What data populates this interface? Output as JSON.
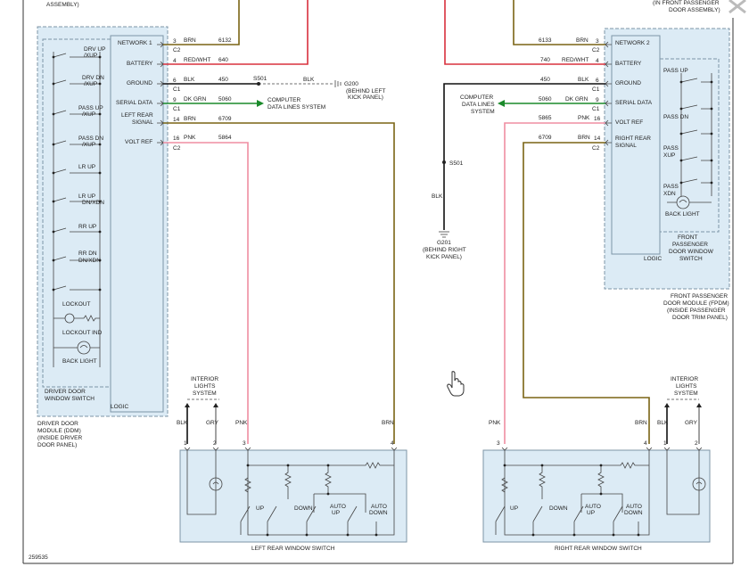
{
  "top_left_fragment": "ASSEMBLY)",
  "top_right_fragment_1": "(IN FRONT PASSENGER",
  "top_right_fragment_2": "DOOR ASSEMBLY)",
  "figure_id": "259535",
  "ddm": {
    "pins": [
      {
        "label": "NETWORK 1",
        "pin": "3",
        "conn": "C2",
        "color": "BRN",
        "circuit": "6132"
      },
      {
        "label": "BATTERY",
        "pin": "4",
        "conn": "",
        "color": "RED/WHT",
        "circuit": "640"
      },
      {
        "label": "GROUND",
        "pin": "6",
        "conn": "C1",
        "color": "BLK",
        "circuit": "450"
      },
      {
        "label": "SERIAL DATA",
        "pin": "9",
        "conn": "C1",
        "color": "DK GRN",
        "circuit": "5060"
      },
      {
        "label_1": "LEFT REAR",
        "label_2": "SIGNAL",
        "pin": "14",
        "conn": "",
        "color": "BRN",
        "circuit": "6709"
      },
      {
        "label": "VOLT REF",
        "pin": "16",
        "conn": "C2",
        "color": "PNK",
        "circuit": "5864"
      }
    ],
    "splice": "S501",
    "ground_wire_color": "BLK",
    "ground_id": "G200",
    "ground_note_1": "(BEHIND LEFT",
    "ground_note_2": "KICK PANEL)",
    "data_1": "COMPUTER",
    "data_2": "DATA LINES SYSTEM",
    "switches": [
      {
        "a": "DRV UP",
        "b": "/XUP"
      },
      {
        "a": "DRV DN",
        "b": "/XUP"
      },
      {
        "a": "PASS UP",
        "b": "/XUP"
      },
      {
        "a": "PASS DN",
        "b": "/XUP"
      },
      {
        "a": "LR UP",
        "b": ""
      },
      {
        "a": "LR UP",
        "b": "DN/XDN"
      },
      {
        "a": "RR UP",
        "b": ""
      },
      {
        "a": "RR DN",
        "b": "DN/XDN"
      },
      {
        "a": "LOCKOUT",
        "b": ""
      },
      {
        "a": "LOCKOUT IND",
        "b": ""
      },
      {
        "a": "BACK LIGHT",
        "b": ""
      }
    ],
    "switch_title_1": "DRIVER DOOR",
    "switch_title_2": "WINDOW SWITCH",
    "logic": "LOGIC",
    "module_1": "DRIVER DOOR",
    "module_2": "MODULE (DDM)",
    "module_3": "(INSIDE DRIVER",
    "module_4": "DOOR PANEL)"
  },
  "fpdm": {
    "pins": [
      {
        "label": "NETWORK 2",
        "pin": "3",
        "conn": "C2",
        "color": "BRN",
        "circuit": "6133"
      },
      {
        "label": "BATTERY",
        "pin": "4",
        "conn": "",
        "color": "RED/WHT",
        "circuit": "740"
      },
      {
        "label": "GROUND",
        "pin": "6",
        "conn": "C1",
        "color": "BLK",
        "circuit": "450"
      },
      {
        "label": "SERIAL DATA",
        "pin": "9",
        "conn": "C1",
        "color": "DK GRN",
        "circuit": "5060"
      },
      {
        "label": "VOLT REF",
        "pin": "16",
        "conn": "",
        "color": "PNK",
        "circuit": "5865"
      },
      {
        "label_1": "RIGHT REAR",
        "label_2": "SIGNAL",
        "pin": "14",
        "conn": "C2",
        "color": "BRN",
        "circuit": "6709"
      }
    ],
    "splice": "S501",
    "ground_wire_color": "BLK",
    "ground_id": "G201",
    "ground_note_1": "(BEHIND RIGHT",
    "ground_note_2": "KICK PANEL)",
    "data_1": "COMPUTER",
    "data_2": "DATA LINES",
    "data_3": "SYSTEM",
    "switches": [
      {
        "a": "PASS UP",
        "b": ""
      },
      {
        "a": "PASS DN",
        "b": ""
      },
      {
        "a": "PASS",
        "b": "XUP"
      },
      {
        "a": "PASS",
        "b": "XDN"
      },
      {
        "a": "BACK LIGHT",
        "b": ""
      }
    ],
    "switch_title_1": "FRONT",
    "switch_title_2": "PASSENGER",
    "switch_title_3": "DOOR WINDOW",
    "switch_title_4": "SWITCH",
    "logic": "LOGIC",
    "module_1": "FRONT PASSENGER",
    "module_2": "DOOR MODULE (FPDM)",
    "module_3": "(INSIDE PASSENGER",
    "module_4": "DOOR TRIM PANEL)"
  },
  "lrws": {
    "title": "LEFT REAR WINDOW SWITCH",
    "ils_1": "INTERIOR",
    "ils_2": "LIGHTS",
    "ils_3": "SYSTEM",
    "wire_1": "BLK",
    "wire_2": "GRY",
    "wire_3": "PNK",
    "wire_4": "BRN",
    "pin_1": "1",
    "pin_2": "2",
    "pin_3": "3",
    "pin_4": "4",
    "sw_up": "UP",
    "sw_down": "DOWN",
    "sw_auto_up_1": "AUTO",
    "sw_auto_up_2": "UP",
    "sw_auto_down_1": "AUTO",
    "sw_auto_down_2": "DOWN"
  },
  "rrws": {
    "title": "RIGHT REAR WINDOW SWITCH",
    "ils_1": "INTERIOR",
    "ils_2": "LIGHTS",
    "ils_3": "SYSTEM",
    "wire_1": "PNK",
    "wire_2": "BRN",
    "wire_3": "BLK",
    "wire_4": "GRY",
    "pin_1": "3",
    "pin_2": "4",
    "pin_3": "1",
    "pin_4": "2",
    "sw_up": "UP",
    "sw_down": "DOWN",
    "sw_auto_up_1": "AUTO",
    "sw_auto_up_2": "UP",
    "sw_auto_down_1": "AUTO",
    "sw_auto_down_2": "DOWN"
  },
  "colors": {
    "brown": "#7a6414",
    "red": "#d9303d",
    "pink": "#ef8da2",
    "green": "#1a8a2a",
    "black": "#111111",
    "gray": "#8b8b8b",
    "module_fill": "#dcebf5"
  }
}
